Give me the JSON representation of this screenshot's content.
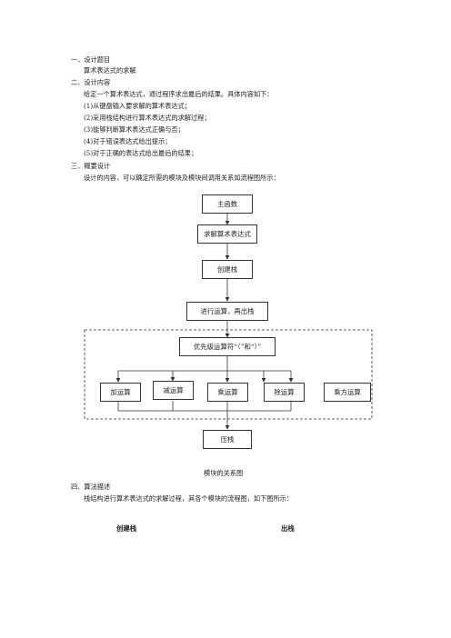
{
  "sections": {
    "s1_heading": "一、设计题目",
    "s1_body": "算术表达式的求解",
    "s2_heading": "二、设计内容",
    "s2_intro": "给定一个算术表达式，通过程序求出最后的结果。具体内容如下：",
    "s2_items": [
      "(1)从键盘输入要求解的算术表达式；",
      "(2)采用栈结构进行算术表达式的求解过程；",
      "(3)能够判断算术表达式正确与否；",
      "(4)对于错误表达式给出提示；",
      "(5)对于正确的表达式给出最后的结果；"
    ],
    "s3_heading": "三、概要设计",
    "s3_body": "设计的内容，可以确定所需的模块及模块间调用关系如流程图所示：",
    "s4_heading": "四、算法描述",
    "s4_body": "栈结构进行算术表达式的求解过程，其各个模块的流程图，如下图所示："
  },
  "diagram": {
    "main": "主函数",
    "solve": "求解算术表达式",
    "create": "创建栈",
    "compute": "进行运算，再出栈",
    "priority": "优先级运算符“（”和“）”",
    "ops": [
      "加运算",
      "减运算",
      "乘运算",
      "除运算",
      "乘方运算"
    ],
    "push": "压栈",
    "caption": "模块的关系图"
  },
  "subheadings": {
    "left": "创建栈",
    "right": "出栈"
  }
}
